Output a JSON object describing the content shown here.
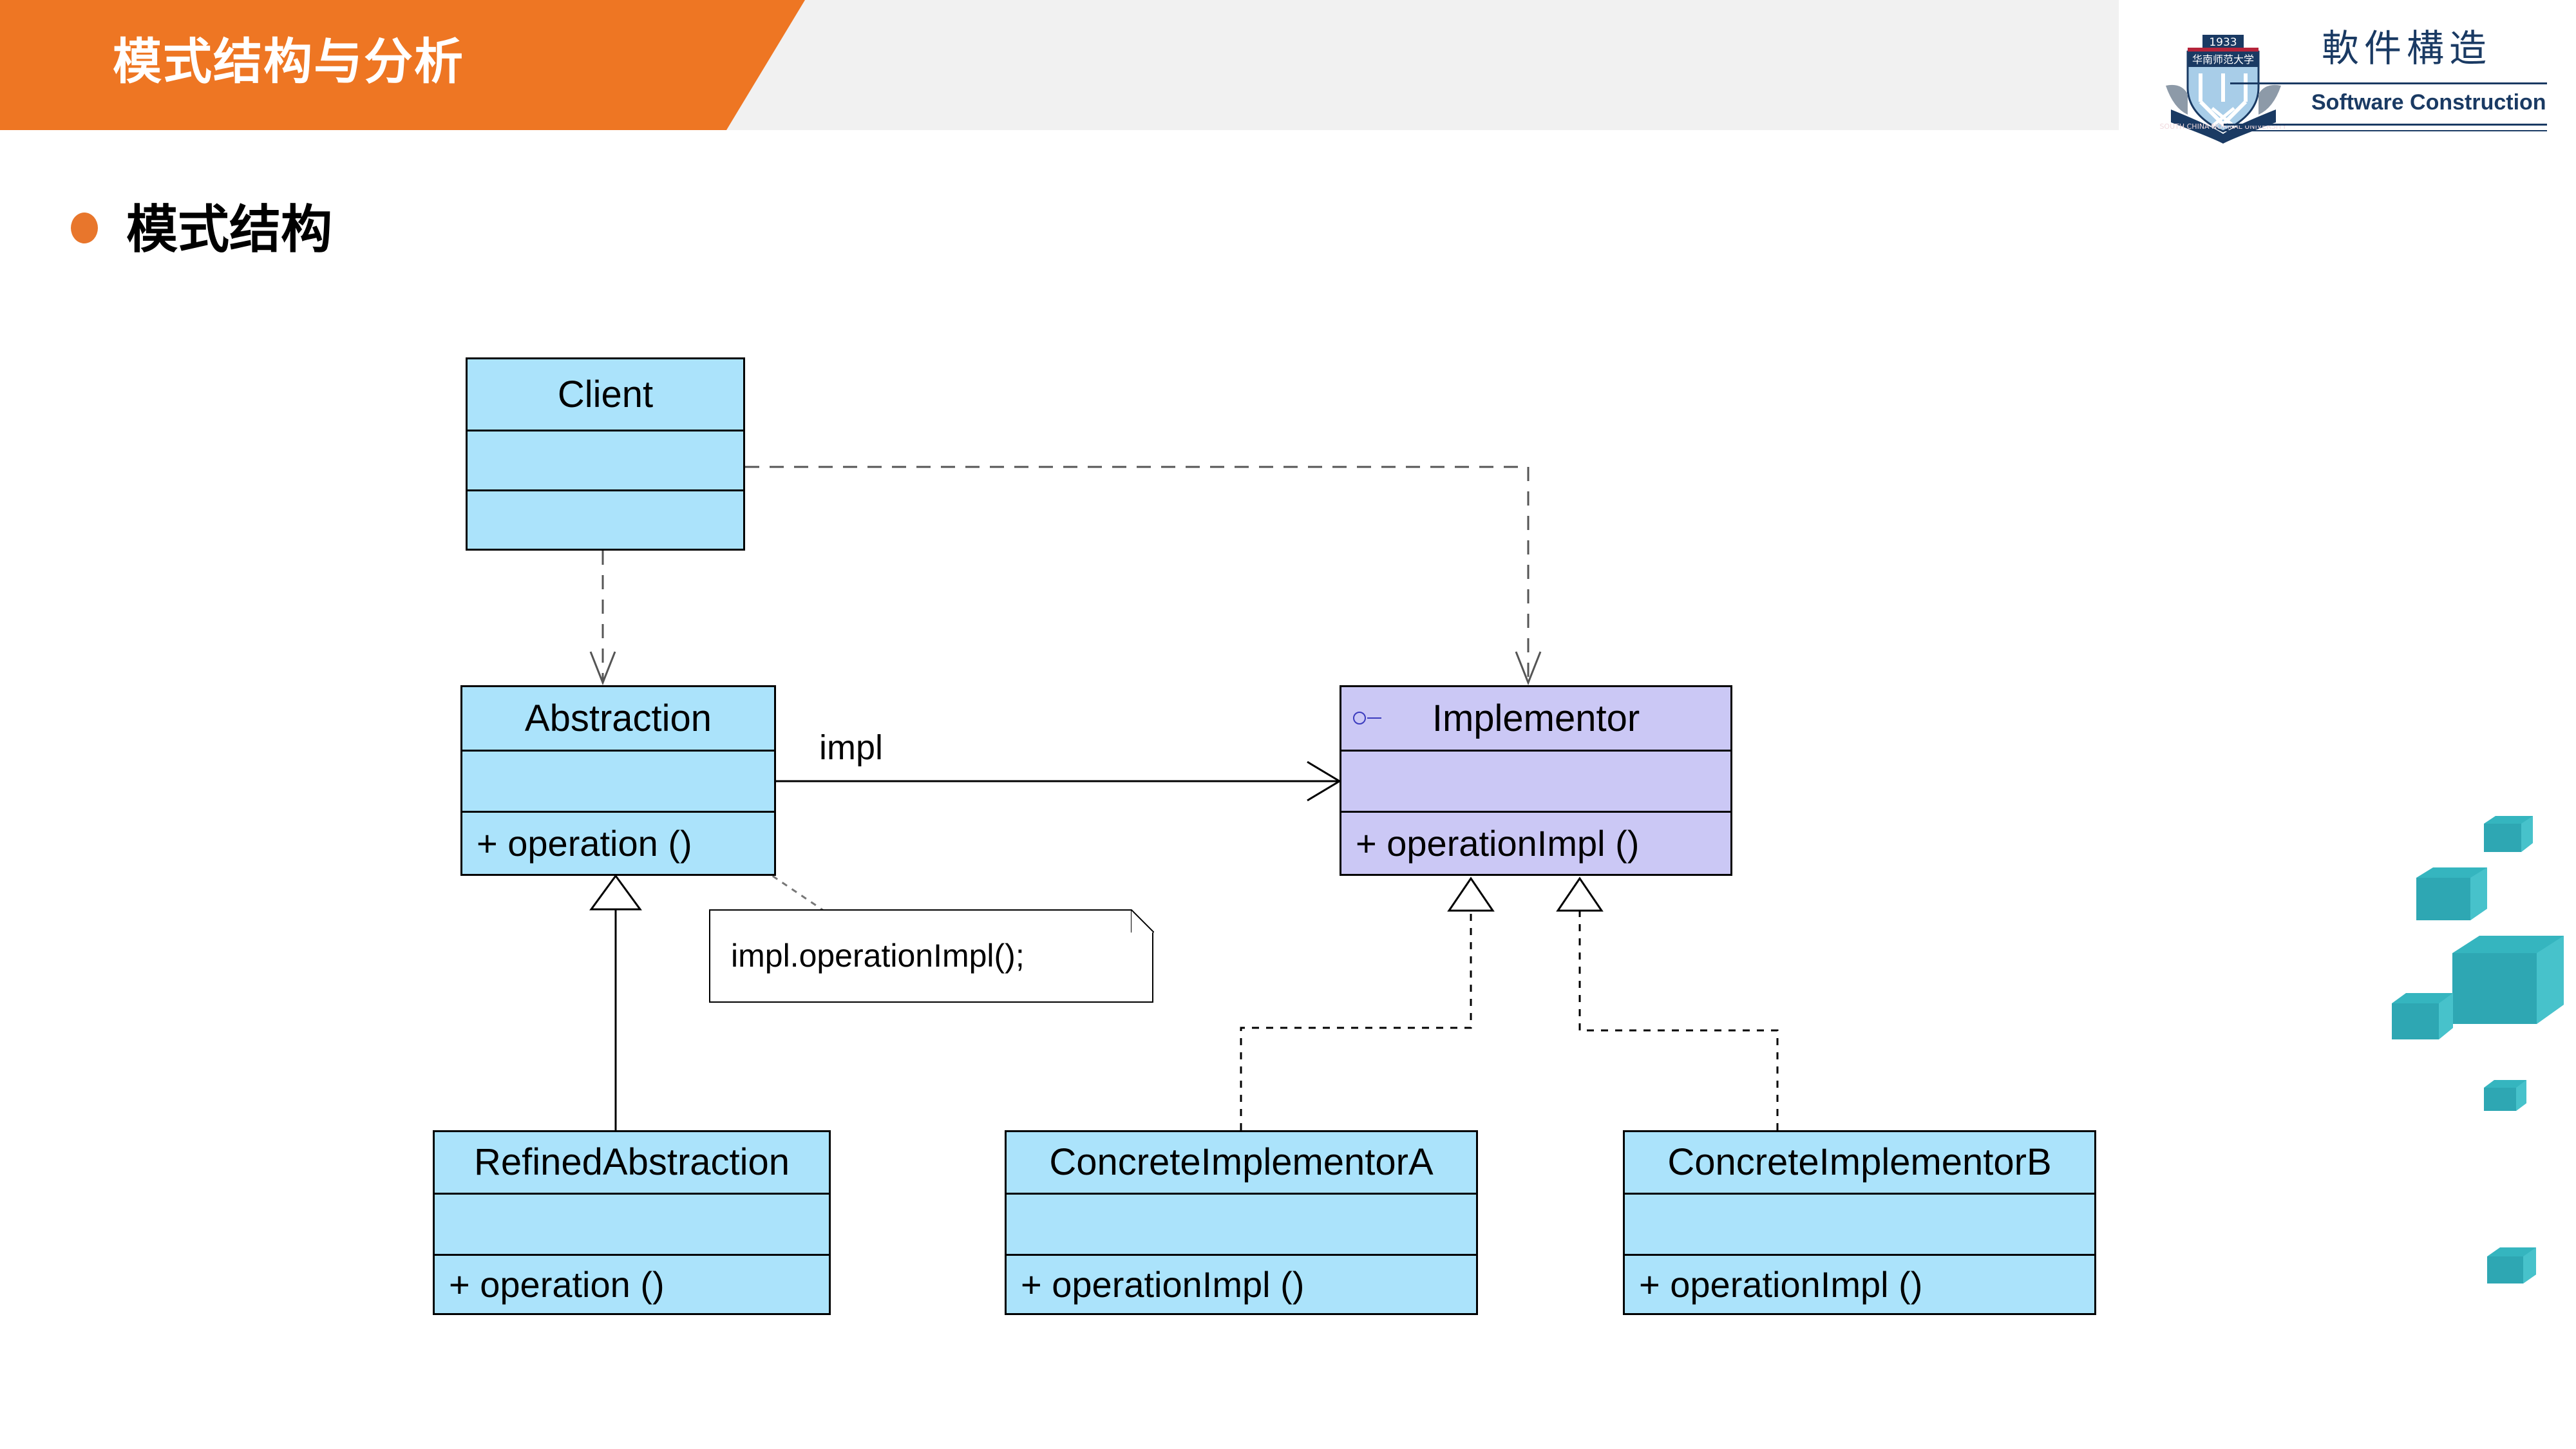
{
  "header": {
    "title": "模式结构与分析",
    "band_color": "#f1f1f1",
    "accent_color": "#ee7623"
  },
  "logo": {
    "crest_year": "1933",
    "crest_cn": "华南师范大学",
    "crest_en": "SOUTH CHINA NORMAL UNIVERSITY",
    "course_cn": "軟件構造",
    "course_en": "Software Construction",
    "color": "#1a3a63"
  },
  "section": {
    "bullet_label": "模式结构",
    "bullet_color": "#e8762c"
  },
  "diagram": {
    "type": "uml-class-diagram",
    "class_fill": "#abe3fb",
    "interface_fill": "#cbc8f5",
    "classes": [
      {
        "id": "client",
        "name": "Client",
        "stereotype": "class",
        "attributes": "",
        "methods": ""
      },
      {
        "id": "abstraction",
        "name": "Abstraction",
        "stereotype": "class",
        "attributes": "",
        "methods": "+  operation ()"
      },
      {
        "id": "implementor",
        "name": "Implementor",
        "stereotype": "interface",
        "attributes": "",
        "methods": "+  operationImpl ()"
      },
      {
        "id": "refined-abstraction",
        "name": "RefinedAbstraction",
        "stereotype": "class",
        "attributes": "",
        "methods": "+  operation ()"
      },
      {
        "id": "concrete-implementor-a",
        "name": "ConcreteImplementorA",
        "stereotype": "class",
        "attributes": "",
        "methods": "+  operationImpl ()"
      },
      {
        "id": "concrete-implementor-b",
        "name": "ConcreteImplementorB",
        "stereotype": "class",
        "attributes": "",
        "methods": "+  operationImpl ()"
      }
    ],
    "association_label": "impl",
    "note_text": "impl.operationImpl();",
    "relations": [
      {
        "from": "client",
        "to": "abstraction",
        "kind": "dependency"
      },
      {
        "from": "client",
        "to": "implementor",
        "kind": "dependency"
      },
      {
        "from": "abstraction",
        "to": "implementor",
        "kind": "aggregation",
        "label": "impl"
      },
      {
        "from": "refined-abstraction",
        "to": "abstraction",
        "kind": "generalization"
      },
      {
        "from": "concrete-implementor-a",
        "to": "implementor",
        "kind": "realization"
      },
      {
        "from": "concrete-implementor-b",
        "to": "implementor",
        "kind": "realization"
      },
      {
        "from": "note",
        "to": "abstraction",
        "kind": "note-anchor"
      }
    ]
  },
  "decor": {
    "cube_color": "#35b5bf"
  }
}
